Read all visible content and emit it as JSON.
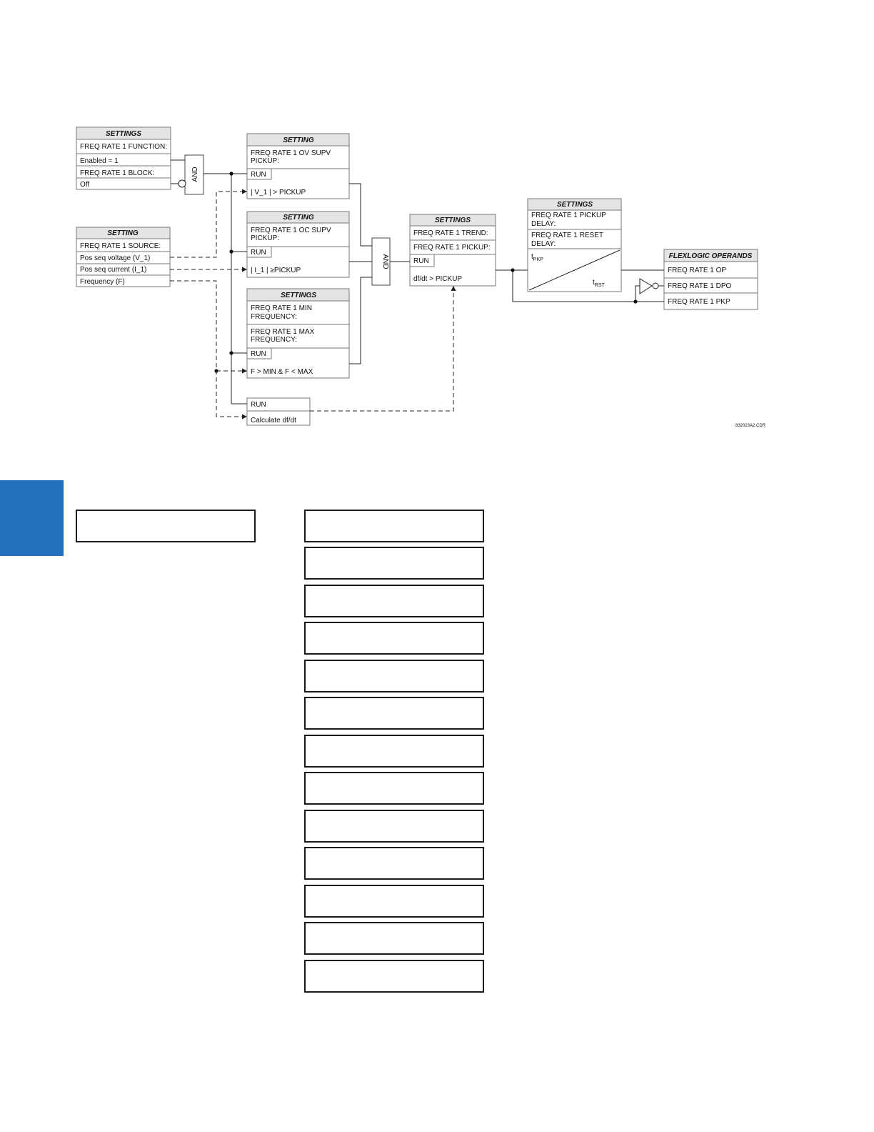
{
  "diagram": {
    "settings_header": "SETTINGS",
    "setting_header": "SETTING",
    "flexlogic_header": "FLEXLOGIC OPERANDS",
    "function_label": "FREQ RATE 1 FUNCTION:",
    "enabled_label": "Enabled = 1",
    "block_label": "FREQ RATE 1 BLOCK:",
    "off_label": "Off",
    "source_label": "FREQ RATE 1 SOURCE:",
    "pos_seq_voltage": "Pos seq voltage (V_1)",
    "pos_seq_current": "Pos seq current (I_1)",
    "frequency": "Frequency (F)",
    "and_label": "AND",
    "run_label": "RUN",
    "ov_supv_line1": "FREQ RATE 1 OV SUPV",
    "ov_supv_line2": "PICKUP:",
    "ov_condition": "| V_1 | > PICKUP",
    "oc_supv_line1": "FREQ RATE 1 OC SUPV",
    "oc_supv_line2": "PICKUP:",
    "oc_condition": "| I_1 | ≥PICKUP",
    "min_freq_line1": "FREQ RATE 1 MIN",
    "min_freq_line2": "FREQUENCY:",
    "max_freq_line1": "FREQ RATE 1 MAX",
    "max_freq_line2": "FREQUENCY:",
    "freq_condition": "F > MIN & F < MAX",
    "calc_label": "Calculate df/dt",
    "trend_label": "FREQ RATE 1 TREND:",
    "pickup_label": "FREQ RATE 1 PICKUP:",
    "dfdt_condition": "df/dt > PICKUP",
    "pickup_delay_line1": "FREQ RATE 1 PICKUP",
    "pickup_delay_line2": "DELAY:",
    "reset_delay_line1": "FREQ RATE 1  RESET",
    "reset_delay_line2": "DELAY:",
    "tpkp_main": "t",
    "tpkp_sub": "PKP",
    "trst_main": "t",
    "trst_sub": "RST",
    "op_operand": "FREQ RATE 1 OP",
    "dpo_operand": "FREQ RATE 1 DPO",
    "pkp_operand": "FREQ RATE 1 PKP",
    "figure_code": "832023A2.CDR"
  },
  "menu": {
    "left_box": "",
    "items": [
      "",
      "",
      "",
      "",
      "",
      "",
      "",
      "",
      "",
      "",
      "",
      "",
      ""
    ]
  }
}
